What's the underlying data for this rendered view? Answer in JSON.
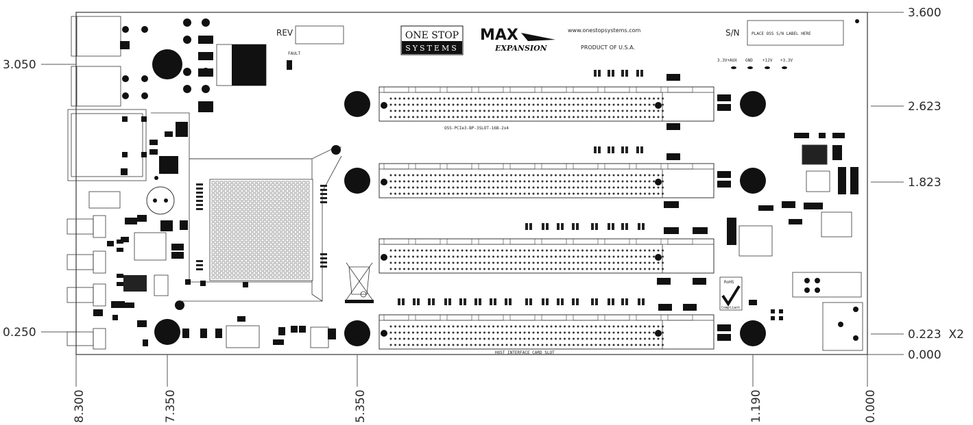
{
  "dimensions": {
    "right": [
      "3.600",
      "2.623",
      "1.823",
      "0.223  X2",
      "0.000"
    ],
    "left": [
      "3.050",
      "0.250"
    ],
    "bottom": [
      "8.300",
      "7.350",
      "5.350",
      "1.190",
      "0.000"
    ]
  },
  "board": {
    "rev_label": "REV",
    "sn_label": "S/N",
    "sn_box_text": "PLACE OSS S/N LABEL HERE",
    "logo_onestop_line1": "ONE STOP",
    "logo_onestop_line2": "SYSTEMS",
    "logo_max": "MAX",
    "logo_expansion": "EXPANSION",
    "website": "www.onestopsystems.com",
    "product_of": "PRODUCT OF U.S.A.",
    "slot_label": "OSS-PCIe3-BP-3SLOT-16B-2x4",
    "host_label": "HOST INTERFACE CARD SLOT",
    "rohs_label": "RoHS",
    "rohs_sub": "Compliant",
    "power_labels": [
      "3.3V+AUX",
      "GND",
      "+12V",
      "+3.3V"
    ],
    "fault_label": "FAULT"
  }
}
